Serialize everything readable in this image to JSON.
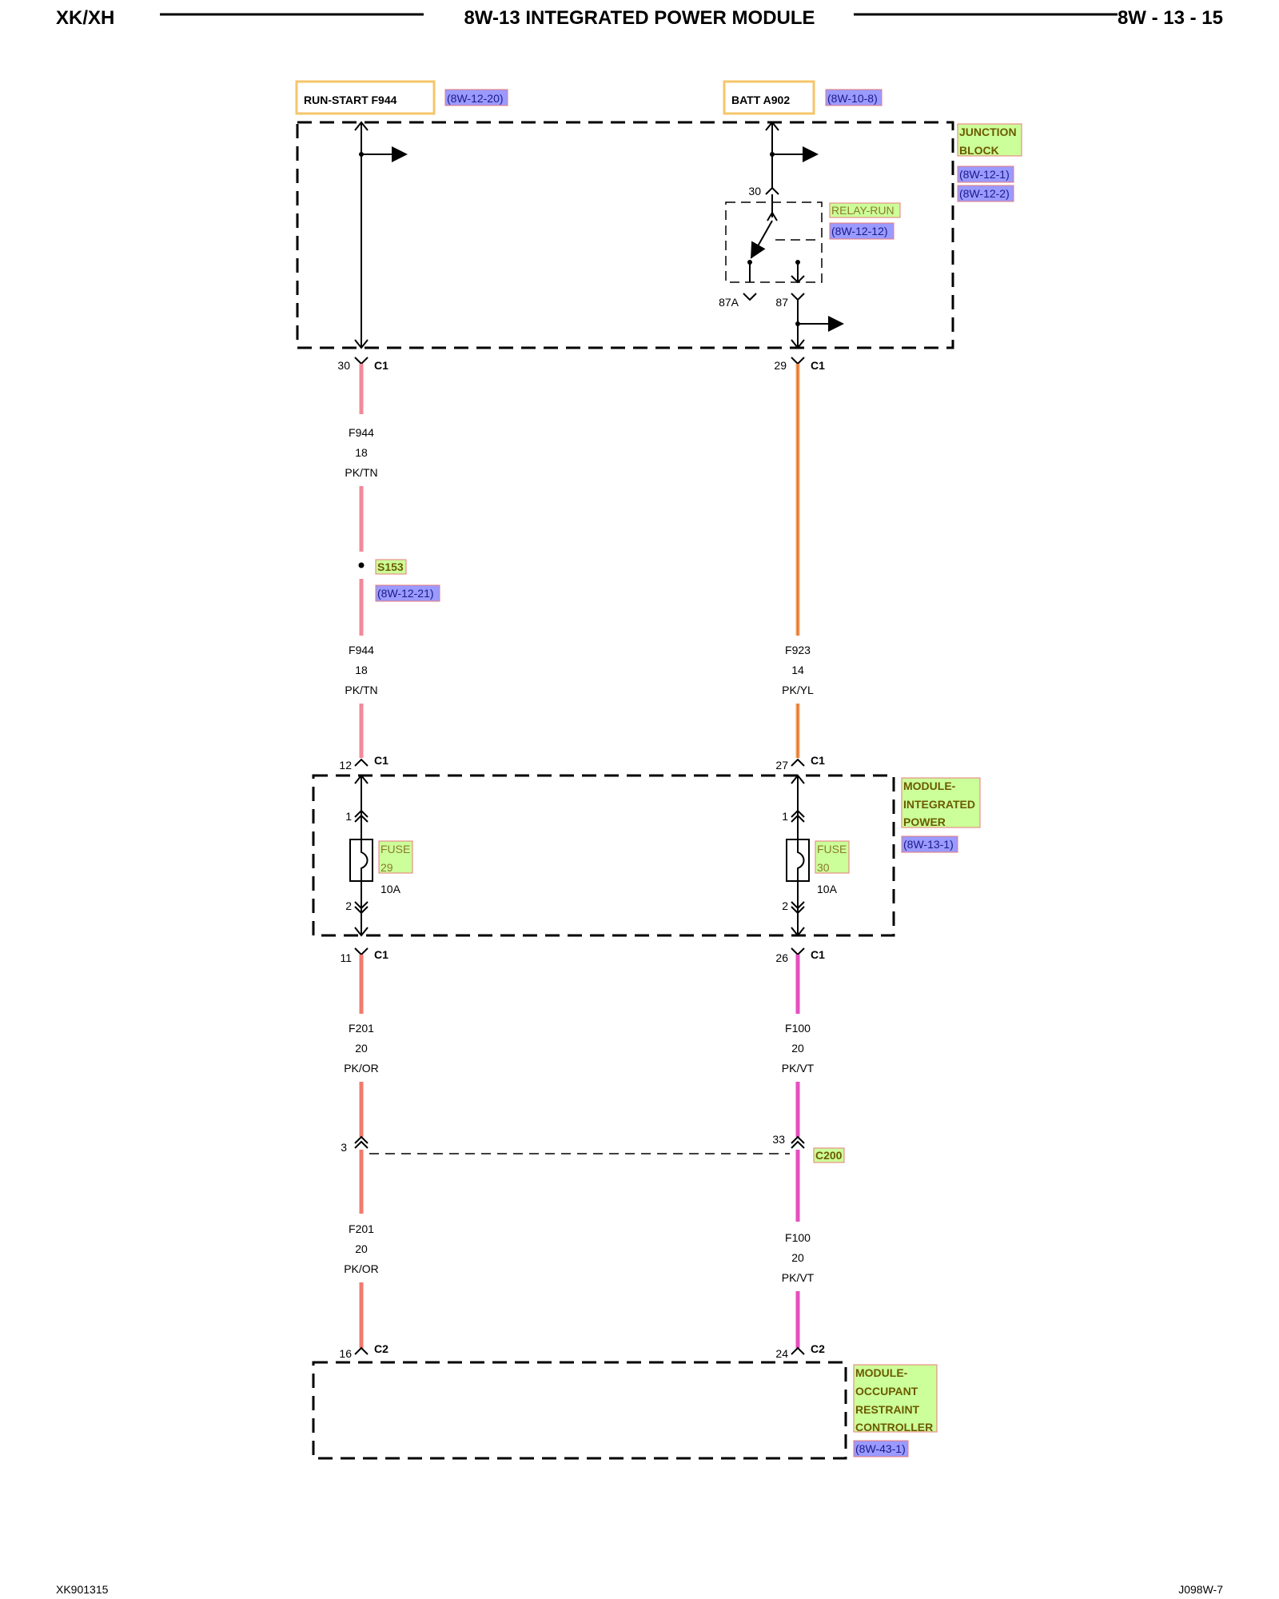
{
  "header": {
    "left": "XK/XH",
    "center": "8W-13 INTEGRATED POWER MODULE",
    "right": "8W - 13 - 15"
  },
  "sources": {
    "run_start": {
      "label": "RUN-START F944",
      "ref": "(8W-12-20)"
    },
    "batt": {
      "label": "BATT A902",
      "ref": "(8W-10-8)"
    }
  },
  "junction_block": {
    "name_line1": "JUNCTION",
    "name_line2": "BLOCK",
    "ref1": "(8W-12-1)",
    "ref2": "(8W-12-2)",
    "relay_name": "RELAY-RUN",
    "relay_ref": "(8W-12-12)",
    "relay_pin_30": "30",
    "relay_pin_87a": "87A",
    "relay_pin_87": "87",
    "conn_left_pin": "30",
    "conn_right_pin": "29",
    "conn_name": "C1"
  },
  "wires": {
    "f944_top": {
      "circuit": "F944",
      "gauge": "18",
      "color": "PK/TN"
    },
    "f944_bottom": {
      "circuit": "F944",
      "gauge": "18",
      "color": "PK/TN"
    },
    "f923": {
      "circuit": "F923",
      "gauge": "14",
      "color": "PK/YL"
    },
    "f201_top": {
      "circuit": "F201",
      "gauge": "20",
      "color": "PK/OR"
    },
    "f100_top": {
      "circuit": "F100",
      "gauge": "20",
      "color": "PK/VT"
    },
    "f201_bottom": {
      "circuit": "F201",
      "gauge": "20",
      "color": "PK/OR"
    },
    "f100_bottom": {
      "circuit": "F100",
      "gauge": "20",
      "color": "PK/VT"
    }
  },
  "splice": {
    "name": "S153",
    "ref": "(8W-12-21)"
  },
  "ipm": {
    "name_line1": "MODULE-",
    "name_line2": "INTEGRATED",
    "name_line3": "POWER",
    "ref": "(8W-13-1)",
    "in_left_pin": "12",
    "in_right_pin": "27",
    "out_left_pin": "11",
    "out_right_pin": "26",
    "conn_name": "C1",
    "fuse_left": {
      "word": "FUSE",
      "number": "29",
      "rating": "10A",
      "pin_top": "1",
      "pin_bottom": "2"
    },
    "fuse_right": {
      "word": "FUSE",
      "number": "30",
      "rating": "10A",
      "pin_top": "1",
      "pin_bottom": "2"
    }
  },
  "c200": {
    "name": "C200",
    "left_pin": "3",
    "right_pin": "33"
  },
  "orc": {
    "name_line1": "MODULE-",
    "name_line2": "OCCUPANT",
    "name_line3": "RESTRAINT",
    "name_line4": "CONTROLLER",
    "ref": "(8W-43-1)",
    "left_pin": "16",
    "right_pin": "24",
    "conn_name": "C2"
  },
  "footer": {
    "left": "XK901315",
    "right": "J098W-7"
  },
  "colors": {
    "pk_tn": "#f28a9a",
    "pk_yl": "#f4a55e",
    "pk_yl_core": "#e8603c",
    "pk_or": "#f27a6e",
    "pk_vt": "#e64fc0",
    "label_green": "#ccff99",
    "label_blue": "#9a9aff",
    "source_box": "#f5c66a"
  }
}
